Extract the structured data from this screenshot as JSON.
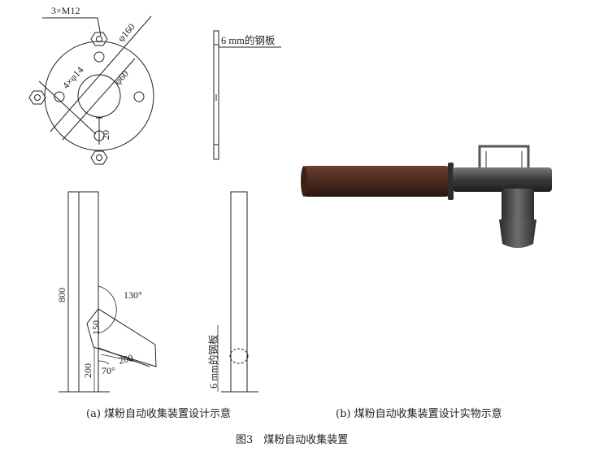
{
  "figure": {
    "caption": "图3　煤粉自动收集装置",
    "subcaption_a": "(a) 煤粉自动收集装置设计示意",
    "subcaption_b": "(b) 煤粉自动收集装置设计实物示意"
  },
  "flange_view": {
    "bolt_label": "3×M12",
    "hole_label": "4×φ14",
    "outer_dia_label": "φ160",
    "inner_dia_label": "φ60",
    "offset_label": "20"
  },
  "plate_side_view": {
    "plate_label": "6 mm的钢板"
  },
  "front_view": {
    "height_label": "800",
    "angle_top_label": "130°",
    "chute_height_label": "150",
    "chute_length_label": "200",
    "base_height_label": "200",
    "angle_bottom_label": "70°"
  },
  "side_view": {
    "plate_label": "6 mm的钢板"
  },
  "photo": {
    "pipe_color": "#4a2c1e",
    "frame_color": "#555555"
  }
}
